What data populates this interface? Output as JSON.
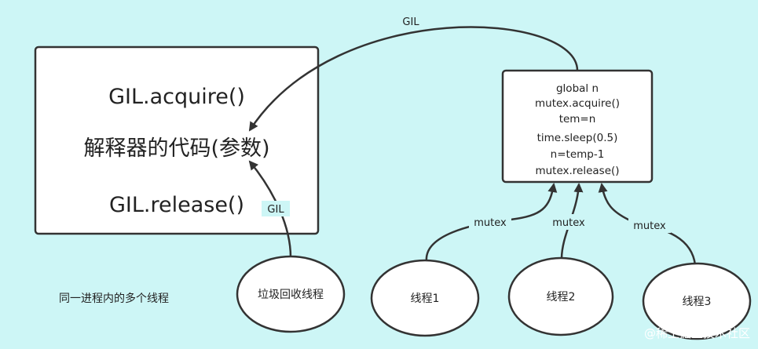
{
  "interpreter_box": {
    "line1": "GIL.acquire()",
    "line2": "解释器的代码(参数)",
    "line3": "GIL.release()"
  },
  "code_box": {
    "lines": [
      "global n",
      "mutex.acquire()",
      "tem=n",
      "time.sleep(0.5)",
      "n=temp-1",
      "mutex.release()"
    ]
  },
  "edges": {
    "gil_top": "GIL",
    "gil_gc": "GIL",
    "mutex_1": "mutex",
    "mutex_2": "mutex",
    "mutex_3": "mutex"
  },
  "nodes": {
    "gc": "垃圾回收线程",
    "t1": "线程1",
    "t2": "线程2",
    "t3": "线程3"
  },
  "caption": "同一进程内的多个线程",
  "watermark": "@稀土掘金技术社区"
}
